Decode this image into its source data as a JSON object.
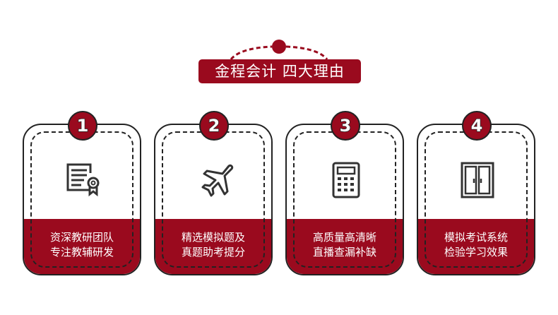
{
  "title": "金程会计  四大理由",
  "colors": {
    "accent": "#9a0a1e",
    "line": "#222222"
  },
  "cards": [
    {
      "number": "1",
      "icon": "certificate-icon",
      "line1": "资深教研团队",
      "line2": "专注教辅研发"
    },
    {
      "number": "2",
      "icon": "airplane-icon",
      "line1": "精选模拟题及",
      "line2": "真题助考提分"
    },
    {
      "number": "3",
      "icon": "calculator-icon",
      "line1": "高质量高清晰",
      "line2": "直播查漏补缺"
    },
    {
      "number": "4",
      "icon": "door-icon",
      "line1": "模拟考试系统",
      "line2": "检验学习效果"
    }
  ]
}
